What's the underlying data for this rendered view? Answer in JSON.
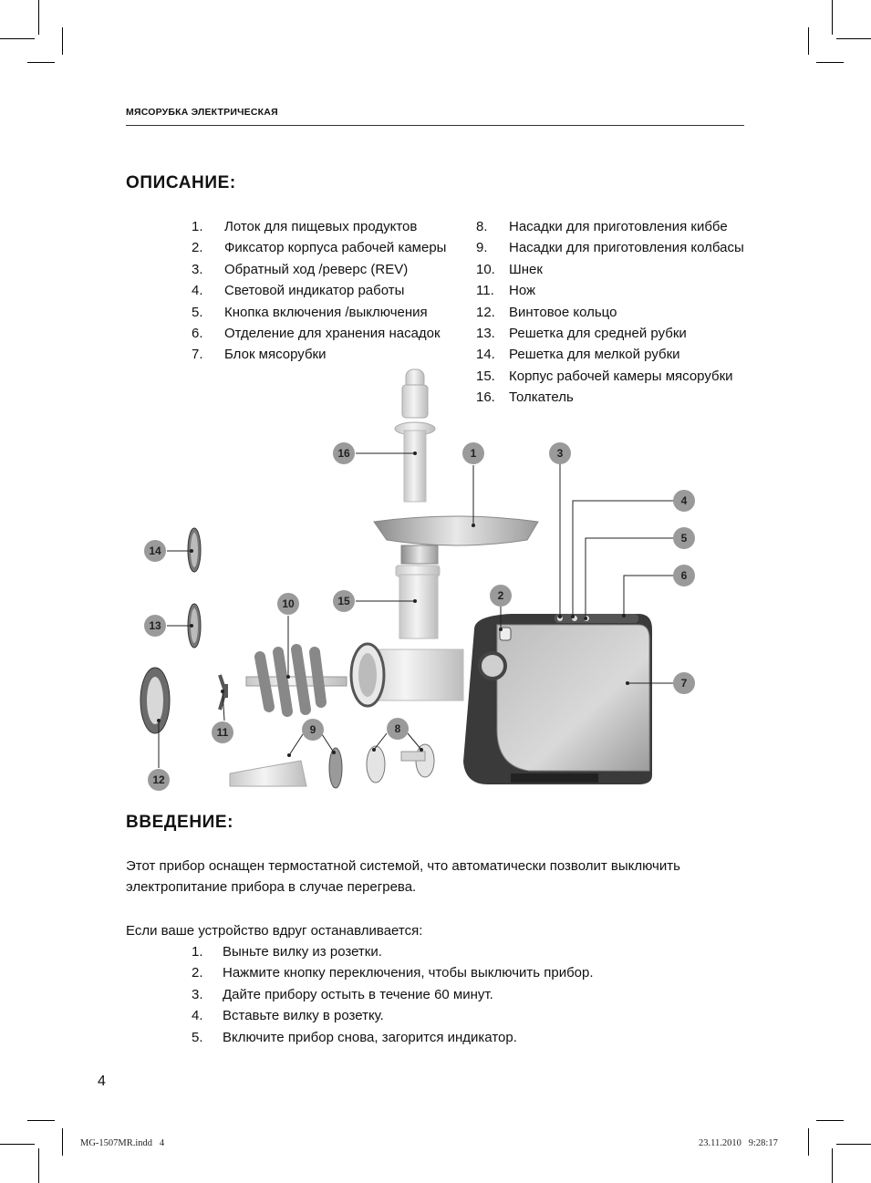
{
  "header": {
    "title": "МЯСОРУБКА ЭЛЕКТРИЧЕСКАЯ"
  },
  "description": {
    "heading": "ОПИСАНИЕ:",
    "items": [
      {
        "num": "1.",
        "text": "Лоток для пищевых продуктов"
      },
      {
        "num": "2.",
        "text": "Фиксатор корпуса рабочей камеры"
      },
      {
        "num": "3.",
        "text": "Обратный ход /реверс (REV)"
      },
      {
        "num": "4.",
        "text": "Световой индикатор работы"
      },
      {
        "num": "5.",
        "text": "Кнопка включения /выключения"
      },
      {
        "num": "6.",
        "text": "Отделение для хранения насадок"
      },
      {
        "num": "7.",
        "text": "Блок мясорубки"
      },
      {
        "num": "8.",
        "text": "Насадки для приготовления киббе"
      },
      {
        "num": "9.",
        "text": "Насадки для приготовления колбасы"
      },
      {
        "num": "10.",
        "text": "Шнек"
      },
      {
        "num": "11.",
        "text": "Нож"
      },
      {
        "num": "12.",
        "text": "Винтовое кольцо"
      },
      {
        "num": "13.",
        "text": "Решетка для средней рубки"
      },
      {
        "num": "14.",
        "text": "Решетка для мелкой рубки"
      },
      {
        "num": "15.",
        "text": "Корпус рабочей камеры мясорубки"
      },
      {
        "num": "16.",
        "text": "Толкатель"
      }
    ]
  },
  "diagram": {
    "callouts": [
      "1",
      "2",
      "3",
      "4",
      "5",
      "6",
      "7",
      "8",
      "9",
      "10",
      "11",
      "12",
      "13",
      "14",
      "15",
      "16"
    ]
  },
  "intro": {
    "heading": "ВВЕДЕНИЕ:",
    "paragraph": "Этот прибор оснащен термостатной системой, что автоматически позволит выключить электропитание прибора в случае перегрева.",
    "steps_intro": "Если ваше устройство вдруг останавливается:",
    "steps": [
      {
        "num": "1.",
        "text": "Выньте вилку из розетки."
      },
      {
        "num": "2.",
        "text": "Нажмите кнопку переключения, чтобы выключить прибор."
      },
      {
        "num": "3.",
        "text": "Дайте прибору остыть в течение 60 минут."
      },
      {
        "num": "4.",
        "text": "Вставьте вилку в розетку."
      },
      {
        "num": "5.",
        "text": "Включите прибор снова, загорится индикатор."
      }
    ]
  },
  "footer": {
    "page_number": "4",
    "file_slug": "MG-1507MR.indd   4",
    "timestamp": "23.11.2010   9:28:17"
  },
  "colors": {
    "callout_fill": "#9a9a9a",
    "text": "#111111",
    "rule": "#333333"
  }
}
